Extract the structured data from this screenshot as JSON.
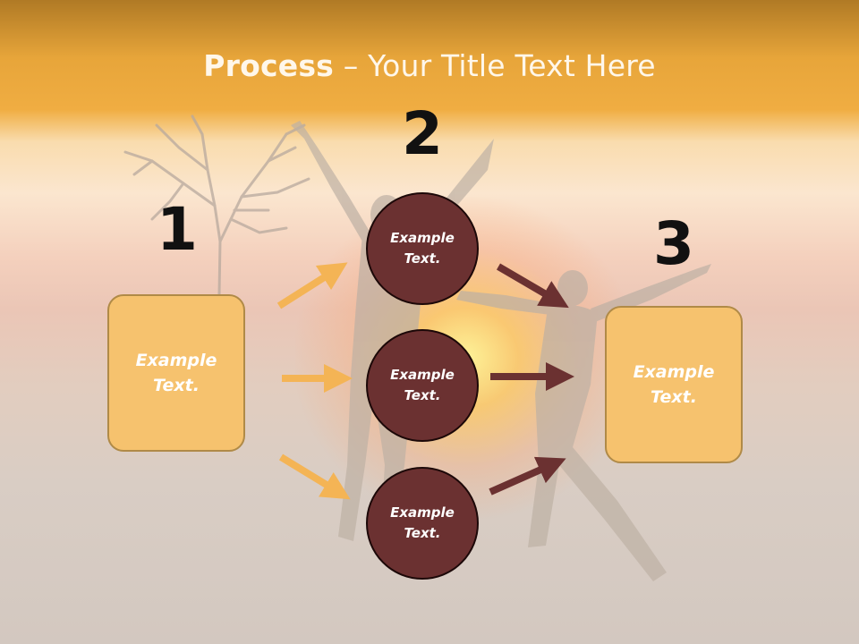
{
  "title": {
    "bold": "Process",
    "rest": " – Your Title Text Here"
  },
  "steps": {
    "one": "1",
    "two": "2",
    "three": "3"
  },
  "left_box": {
    "text": "Example Text."
  },
  "right_box": {
    "text": "Example Text."
  },
  "circles": [
    {
      "text": "Example Text."
    },
    {
      "text": "Example Text."
    },
    {
      "text": "Example Text."
    }
  ],
  "colors": {
    "header": "#f0ad42",
    "box_fill": "#f6c26e",
    "circle_fill": "#6b3131",
    "arrow_light": "#f4b455",
    "arrow_dark": "#6b3131"
  },
  "icons": [
    "right-arrow-icon"
  ]
}
